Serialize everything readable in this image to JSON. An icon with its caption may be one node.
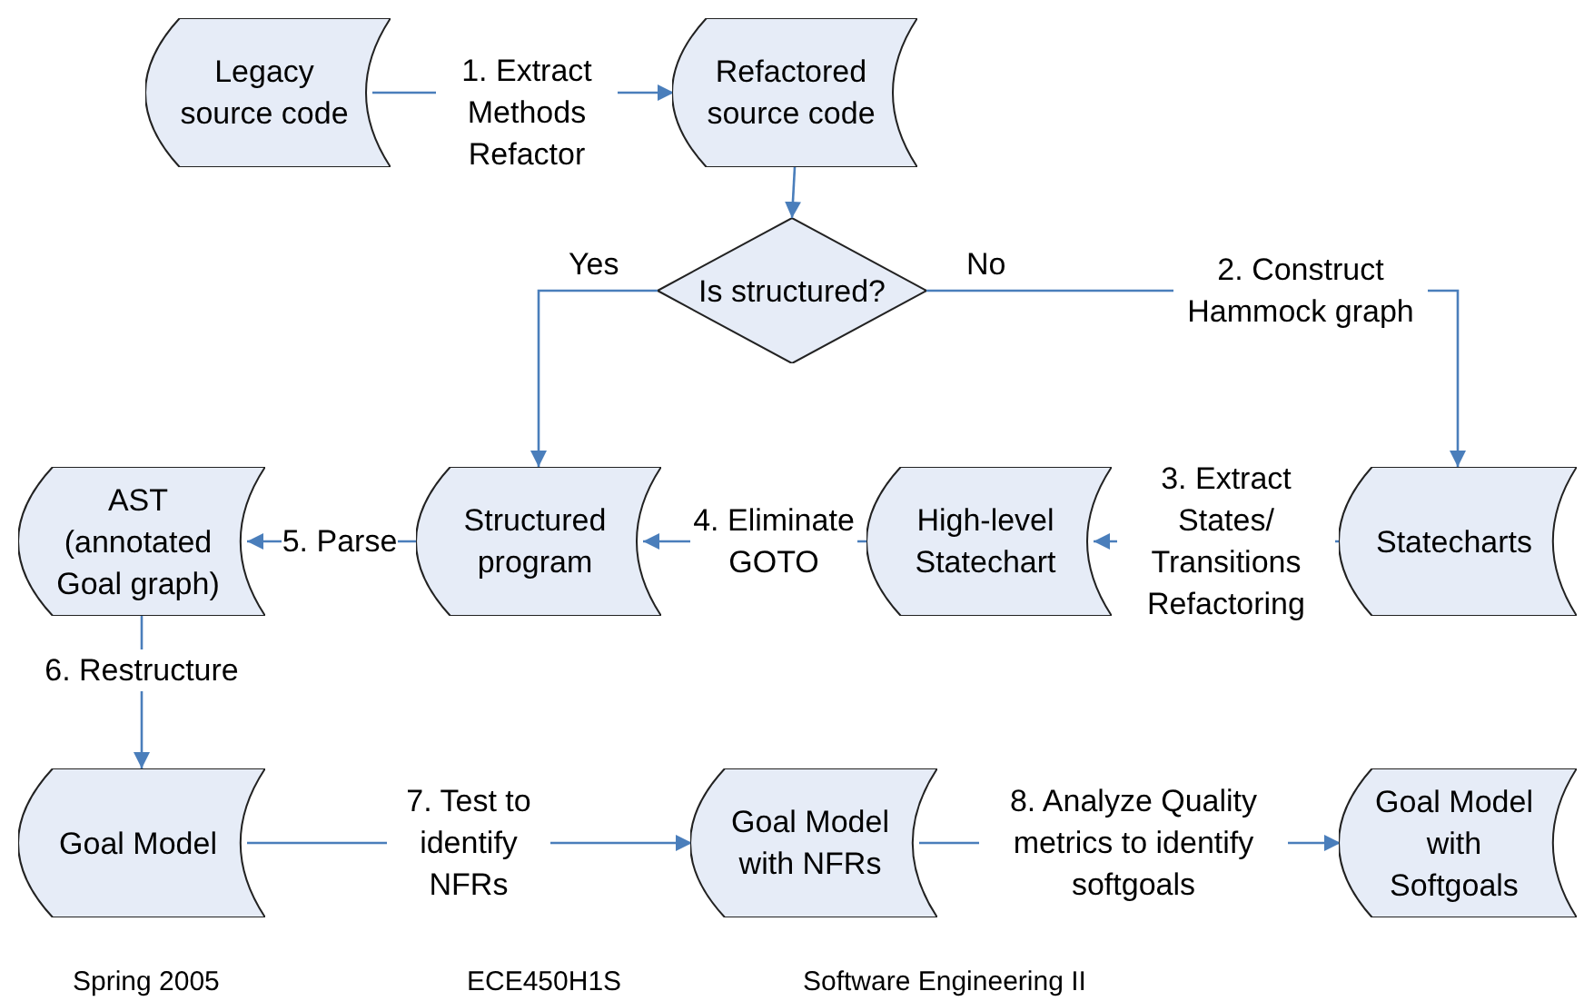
{
  "diagram": {
    "nodes": [
      {
        "text": [
          "Legacy source code"
        ]
      },
      {
        "text": [
          "Refactored source code"
        ]
      },
      {
        "text": [
          "Is structured?"
        ]
      },
      {
        "text": [
          "Statecharts"
        ]
      },
      {
        "text": [
          "High-level Statechart"
        ]
      },
      {
        "text": [
          "Structured program"
        ]
      },
      {
        "text": [
          "AST (annotated Goal graph)"
        ]
      },
      {
        "text": [
          "Goal Model"
        ]
      },
      {
        "text": [
          "Goal Model with NFRs"
        ]
      },
      {
        "text": [
          "Goal Model with Softgoals"
        ]
      }
    ],
    "edges": [
      {
        "from": 0,
        "to": 1,
        "arrow": "to",
        "label": "1. Extract Methods Refactor"
      },
      {
        "from": 1,
        "to": 2,
        "arrow": "to"
      },
      {
        "from": 2,
        "to": 5,
        "arrow": "to"
      },
      {
        "from": 2,
        "to": 3,
        "arrow": "to",
        "label": "2. Construct Hammock graph"
      },
      {
        "from": 3,
        "to": 4,
        "arrow": "to",
        "label": "3. Extract States/ Transitions Refactoring"
      },
      {
        "from": 4,
        "to": 5,
        "arrow": "to",
        "label": "4. Eliminate GOTO"
      },
      {
        "from": 5,
        "to": 6,
        "arrow": "to",
        "label": "5. Parse"
      },
      {
        "from": 6,
        "to": 7,
        "arrow": "to",
        "label": "6. Restructure"
      },
      {
        "from": 7,
        "to": 8,
        "arrow": "to",
        "label": "7. Test to identify NFRs"
      },
      {
        "from": 8,
        "to": 9,
        "arrow": "to",
        "label": "8. Analyze Quality metrics to identify softgoals"
      }
    ],
    "labels": [
      "Yes",
      "No",
      "Spring 2005",
      "ECE450H1S",
      "Software Engineering II"
    ]
  }
}
